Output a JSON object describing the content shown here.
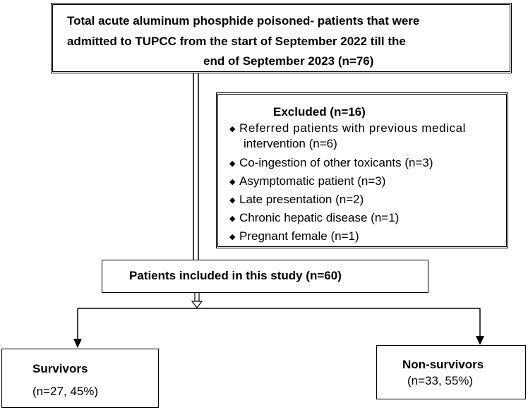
{
  "top_box": {
    "line1": "Total acute aluminum phosphide poisoned- patients that were",
    "line2": "admitted to TUPCC from the start of September 2022 till the",
    "line3": "end of September 2023 (n=76)"
  },
  "excluded_box": {
    "title": "Excluded (n=16)",
    "items": [
      "Referred patients with previous medical",
      "intervention (n=6)",
      "Co-ingestion of other toxicants (n=3)",
      "Asymptomatic patient (n=3)",
      "Late presentation (n=2)",
      "Chronic hepatic disease (n=1)",
      "Pregnant female (n=1)"
    ],
    "bullet": "◆"
  },
  "included_box": {
    "label": "Patients included in this study (n=60)"
  },
  "survivors_box": {
    "title": "Survivors",
    "value": "(n=27, 45%)"
  },
  "nonsurvivors_box": {
    "title": "Non-survivors",
    "value": "(n=33, 55%)"
  }
}
